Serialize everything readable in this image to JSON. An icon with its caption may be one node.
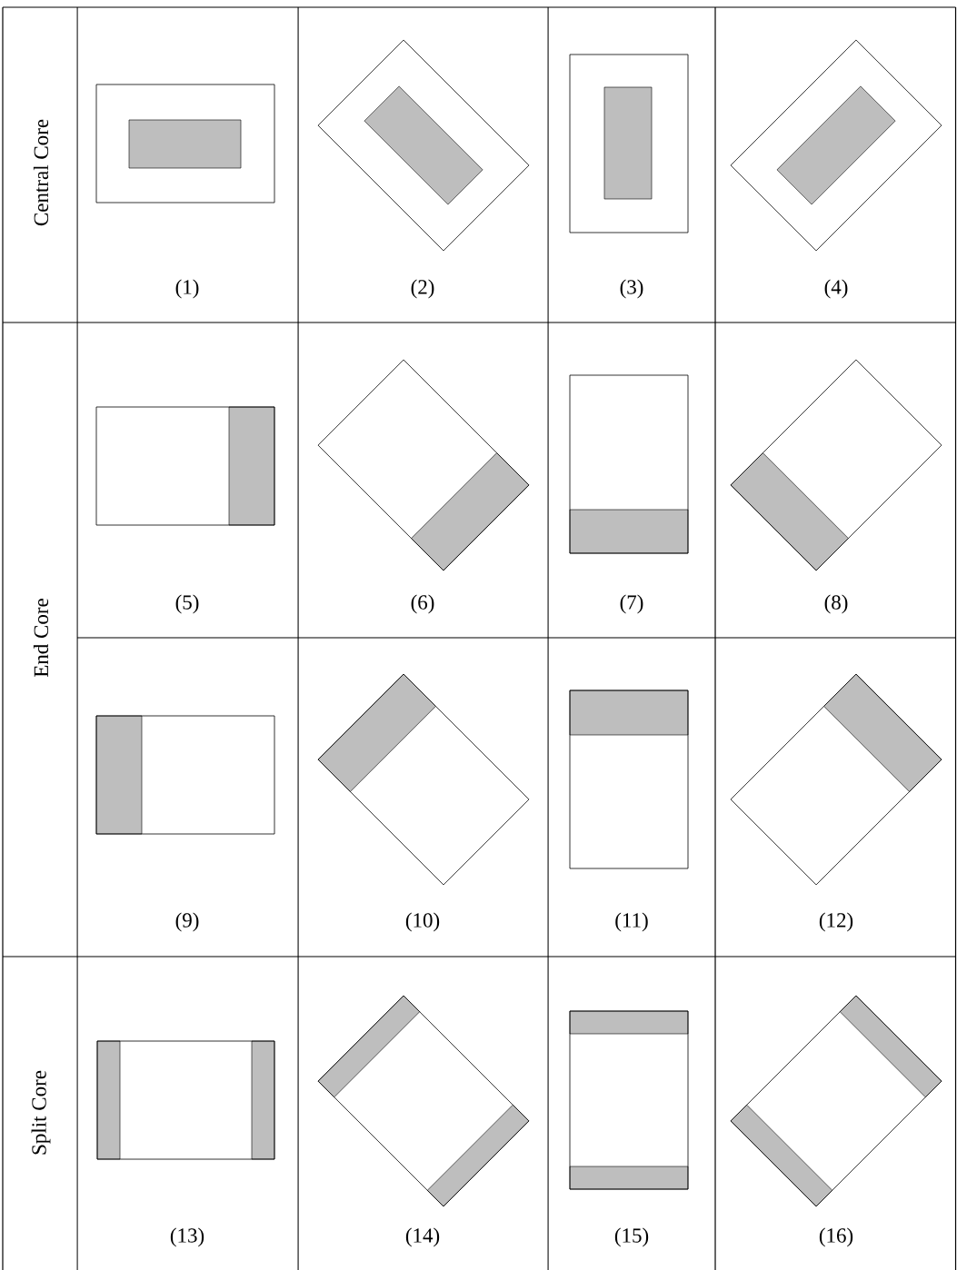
{
  "diagram": {
    "labels": [
      "Central Core",
      "(1)",
      "(2)",
      "(3)",
      "(4)",
      "End Core",
      "(5)",
      "(6)",
      "(7)",
      "(8)",
      "(9)",
      "(10)",
      "(11)",
      "(12)",
      "Split Core",
      "(13)",
      "(14)",
      "(15)",
      "(16)"
    ]
  }
}
